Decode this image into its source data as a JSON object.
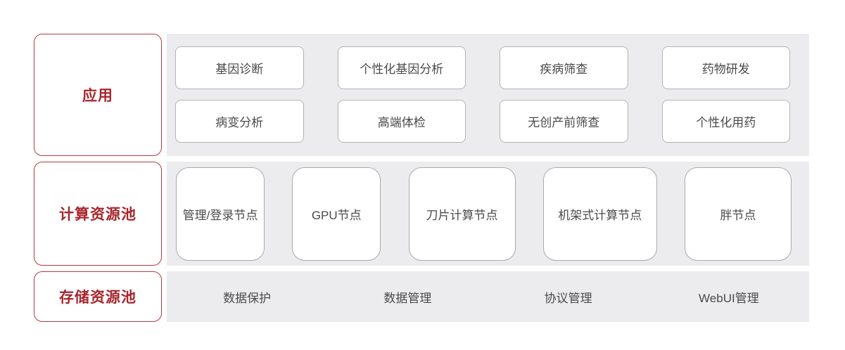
{
  "diagram": {
    "rows": {
      "app": {
        "label": "应用",
        "items": [
          "基因诊断",
          "个性化基因分析",
          "疾病筛查",
          "药物研发",
          "病变分析",
          "高端体检",
          "无创产前筛查",
          "个性化用药"
        ]
      },
      "compute": {
        "label": "计算资源池",
        "items": [
          "管理/登录节点",
          "GPU节点",
          "刀片计算节点",
          "机架式计算节点",
          "胖节点"
        ]
      },
      "storage": {
        "label": "存储资源池",
        "items": [
          "数据保护",
          "数据管理",
          "协议管理",
          "WebUI管理"
        ]
      }
    },
    "colors": {
      "accent_red": "#a8262d",
      "band_background": "#ececee",
      "cell_border": "#b3b3b3",
      "cell_text": "#4a4a4a"
    }
  }
}
